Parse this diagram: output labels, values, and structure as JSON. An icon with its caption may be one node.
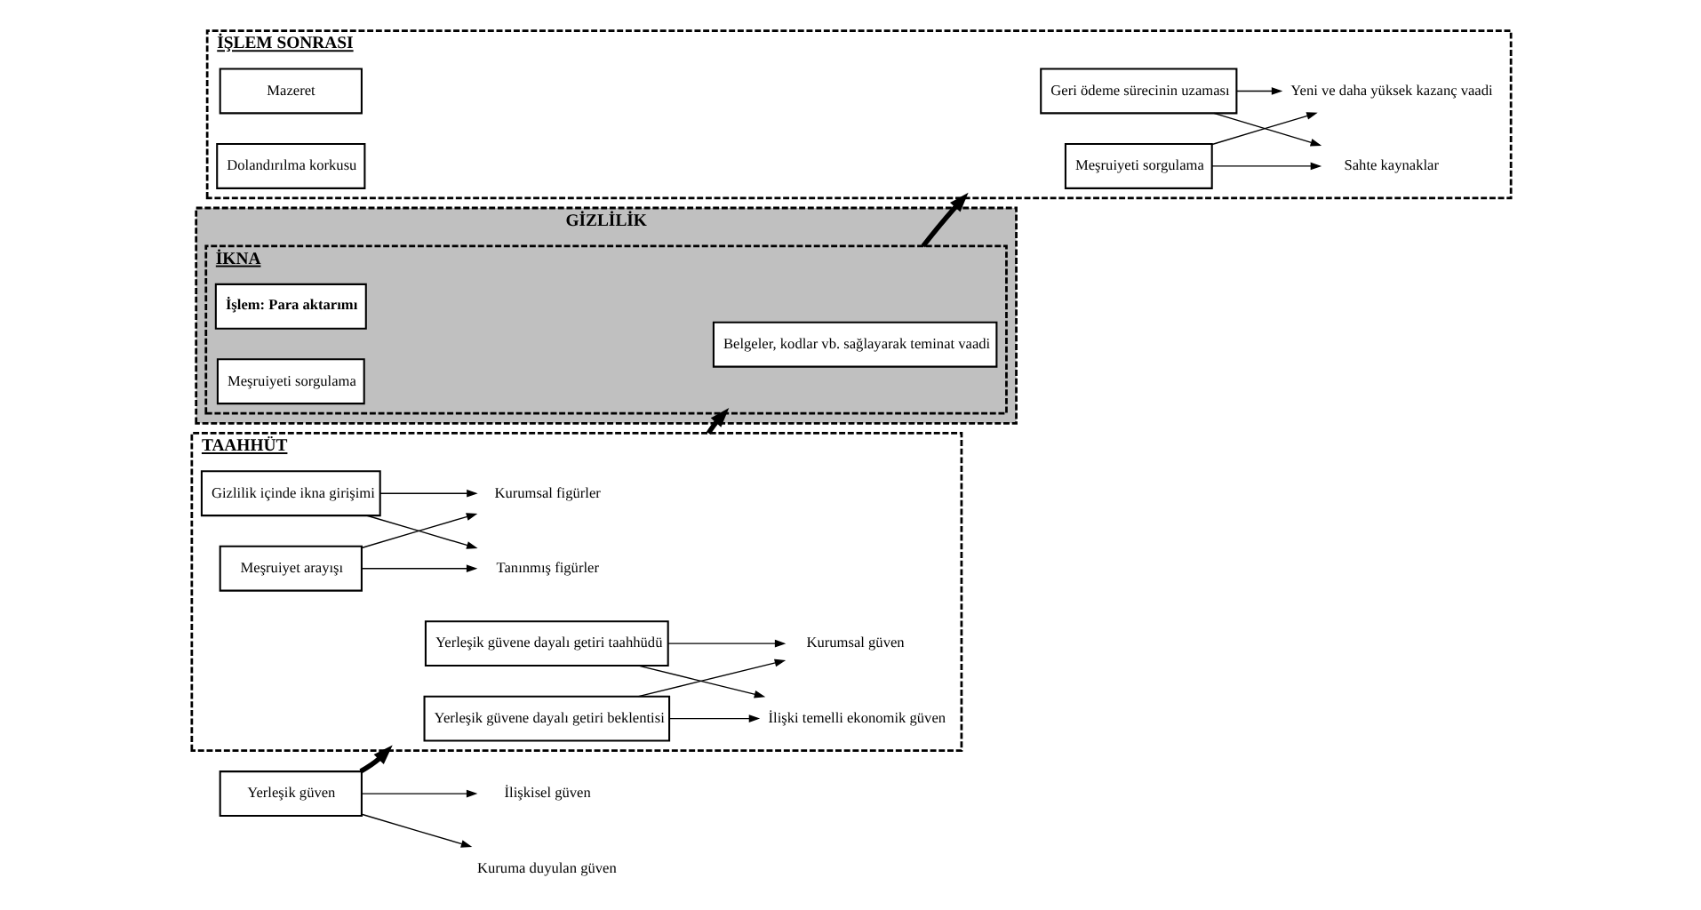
{
  "diagram": {
    "nodes": [
      {
        "text": [
          "GİZLİLİK"
        ]
      },
      {
        "text": [
          "TAAHHÜT"
        ]
      },
      {
        "text": [
          "İKNA"
        ],
        "in": 0
      },
      {
        "text": [
          "İŞLEM SONRASI"
        ]
      },
      {
        "text": [
          "Yerleşik güven"
        ]
      },
      {
        "text": [
          "İlişkisel güven"
        ]
      },
      {
        "text": [
          "Kuruma duyulan güven"
        ]
      },
      {
        "text": [
          "Yerleşik güvene dayalı getiri taahhüdü"
        ],
        "in": 1
      },
      {
        "text": [
          "İlişki temelli ekonomik güven"
        ],
        "in": 1
      },
      {
        "text": [
          "Kurumsal güven"
        ],
        "in": 1
      },
      {
        "text": [
          "Yerleşik güvene dayalı getiri beklentisi"
        ],
        "in": 1
      },
      {
        "text": [
          "Gizlilik içinde ikna girişimi"
        ],
        "in": 1
      },
      {
        "text": [
          "Tanınmış figürler"
        ],
        "in": 1
      },
      {
        "text": [
          "Kurumsal figürler"
        ],
        "in": 1
      },
      {
        "text": [
          "Meşruiyet arayışı"
        ],
        "in": 1
      },
      {
        "text": [
          "Belgeler, kodlar vb. sağlayarak teminat vaadi"
        ],
        "in": 2
      },
      {
        "text": [
          "İşlem: Para aktarımı"
        ],
        "in": 2
      },
      {
        "text": [
          "Meşruiyeti sorgulama"
        ],
        "in": 2
      },
      {
        "text": [
          "Geri ödeme sürecinin uzaması"
        ],
        "in": 3
      },
      {
        "text": [
          "Sahte kaynaklar"
        ],
        "in": 3
      },
      {
        "text": [
          "Yeni ve daha yüksek kazanç vaadi"
        ],
        "in": 3
      },
      {
        "text": [
          "Meşruiyeti sorgulama"
        ],
        "in": 3
      },
      {
        "text": [
          "Mazeret"
        ],
        "in": 3
      },
      {
        "text": [
          "Dolandırılma korkusu"
        ],
        "in": 3
      }
    ],
    "edges": [
      {
        "from": 4,
        "to": 5,
        "arrow": "to"
      },
      {
        "from": 4,
        "to": 6,
        "arrow": "to"
      },
      {
        "from": 4,
        "to": 1,
        "arrow": "to",
        "style": "thick"
      },
      {
        "from": 7,
        "to": 8,
        "arrow": "to"
      },
      {
        "from": 7,
        "to": 9,
        "arrow": "to"
      },
      {
        "from": 10,
        "to": 8,
        "arrow": "to"
      },
      {
        "from": 10,
        "to": 9,
        "arrow": "to"
      },
      {
        "from": 11,
        "to": 12,
        "arrow": "to"
      },
      {
        "from": 11,
        "to": 13,
        "arrow": "to"
      },
      {
        "from": 14,
        "to": 12,
        "arrow": "to"
      },
      {
        "from": 14,
        "to": 13,
        "arrow": "to"
      },
      {
        "from": 1,
        "to": 2,
        "arrow": "to",
        "style": "thick"
      },
      {
        "from": 2,
        "to": 3,
        "arrow": "to",
        "style": "thick"
      },
      {
        "from": 18,
        "to": 19,
        "arrow": "to"
      },
      {
        "from": 18,
        "to": 20,
        "arrow": "to"
      },
      {
        "from": 21,
        "to": 19,
        "arrow": "to"
      },
      {
        "from": 21,
        "to": 20,
        "arrow": "to"
      }
    ]
  }
}
